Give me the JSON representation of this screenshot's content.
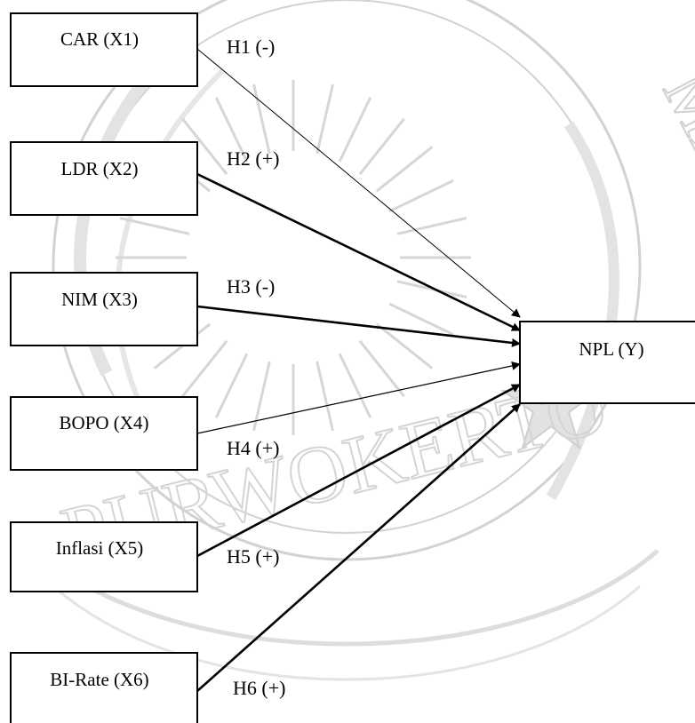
{
  "diagram": {
    "independent_variables": [
      {
        "id": "x1",
        "label": "CAR (X1)",
        "hypothesis": "H1 (-)"
      },
      {
        "id": "x2",
        "label": "LDR (X2)",
        "hypothesis": "H2 (+)"
      },
      {
        "id": "x3",
        "label": "NIM (X3)",
        "hypothesis": "H3 (-)"
      },
      {
        "id": "x4",
        "label": "BOPO (X4)",
        "hypothesis": "H4 (+)"
      },
      {
        "id": "x5",
        "label": "Inflasi (X5)",
        "hypothesis": "H5 (+)"
      },
      {
        "id": "x6",
        "label": "BI-Rate  (X6)",
        "hypothesis": "H6 (+)"
      }
    ],
    "dependent_variable": {
      "id": "y",
      "label": "NPL (Y)"
    }
  },
  "watermark": {
    "color": "#cfcfcf",
    "text_top": "MADIYAH",
    "text_bottom": "PURWOKERTO"
  }
}
